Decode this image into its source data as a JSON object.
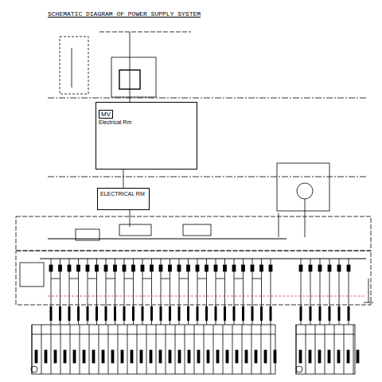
{
  "diagram": {
    "title": "SCHEMATIC DIAGRAM OF POWER SUPPLY SYSTEM",
    "nodes": [
      {
        "text": [
          "MV",
          "Electrical Rm"
        ]
      },
      {
        "text": [
          "ELECTRICAL RM"
        ]
      }
    ],
    "edges": [
      {
        "from": 0,
        "to": 1,
        "arrow": "none"
      }
    ]
  }
}
